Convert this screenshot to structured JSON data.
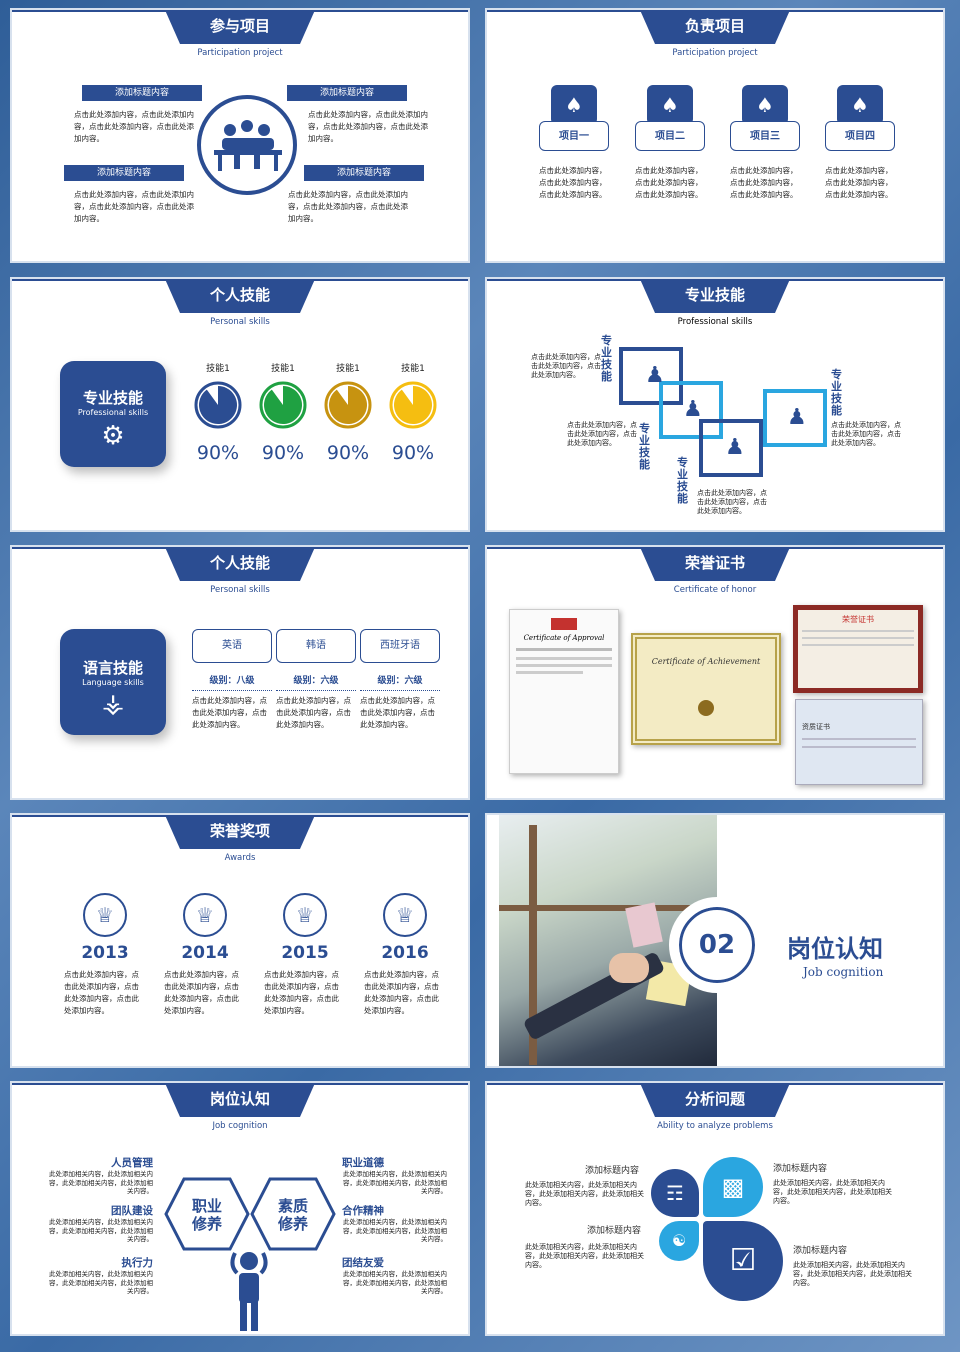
{
  "placeholder": {
    "text_a": "点击此处添加内容，点击此处添加内容，点击此处添加内容，点击此处添加内容。",
    "text_b": "点击此处添加内容，点击此处添加内容，点击此处添加内容。",
    "text_c": "此处添加相关内容，此处添加相关内容，此处添加相关内容，此处添加相关内容。"
  },
  "s1": {
    "title": "参与项目",
    "subtitle": "Participation project",
    "labels": [
      "添加标题内容",
      "添加标题内容",
      "添加标题内容",
      "添加标题内容"
    ]
  },
  "s2": {
    "title": "负责项目",
    "subtitle": "Participation project",
    "items": [
      "项目一",
      "项目二",
      "项目三",
      "项目四"
    ]
  },
  "s3": {
    "title": "个人技能",
    "subtitle": "Personal skills",
    "card_title": "专业技能",
    "card_sub": "Professional skills",
    "skills": [
      {
        "name": "技能1",
        "pct": "90%",
        "value": 90,
        "color": "#2b4d92"
      },
      {
        "name": "技能1",
        "pct": "90%",
        "value": 90,
        "color": "#1fa142"
      },
      {
        "name": "技能1",
        "pct": "90%",
        "value": 90,
        "color": "#c79310"
      },
      {
        "name": "技能1",
        "pct": "90%",
        "value": 90,
        "color": "#f5be11"
      }
    ]
  },
  "s4": {
    "title": "专业技能",
    "subtitle": "Professional skills",
    "tag": "专业技能"
  },
  "s5": {
    "title": "个人技能",
    "subtitle": "Personal skills",
    "card_title": "语言技能",
    "card_sub": "Language skills",
    "langs": [
      {
        "name": "英语",
        "level": "级别：八级"
      },
      {
        "name": "韩语",
        "level": "级别：六级"
      },
      {
        "name": "西班牙语",
        "level": "级别：六级"
      }
    ]
  },
  "s6": {
    "title": "荣誉证书",
    "subtitle": "Certificate of honor",
    "cert1_head": "Certificate of Approval",
    "cert2_head": "Certificate of Achievement",
    "cert3_head": "荣誉证书",
    "cert4_head": "资质证书"
  },
  "s7": {
    "title": "荣誉奖项",
    "subtitle": "Awards",
    "years": [
      "2013",
      "2014",
      "2015",
      "2016"
    ]
  },
  "s8": {
    "num": "02",
    "title": "岗位认知",
    "subtitle": "Job cognition"
  },
  "s9": {
    "title": "岗位认知",
    "subtitle": "Job cognition",
    "hex1": [
      "职业",
      "修养"
    ],
    "hex2": [
      "素质",
      "修养"
    ],
    "left": [
      "人员管理",
      "团队建设",
      "执行力"
    ],
    "right": [
      "职业道德",
      "合作精神",
      "团结友爱"
    ]
  },
  "s10": {
    "title": "分析问题",
    "subtitle": "Ability to analyze problems",
    "labels": [
      "添加标题内容",
      "添加标题内容",
      "添加标题内容",
      "添加标题内容"
    ]
  }
}
